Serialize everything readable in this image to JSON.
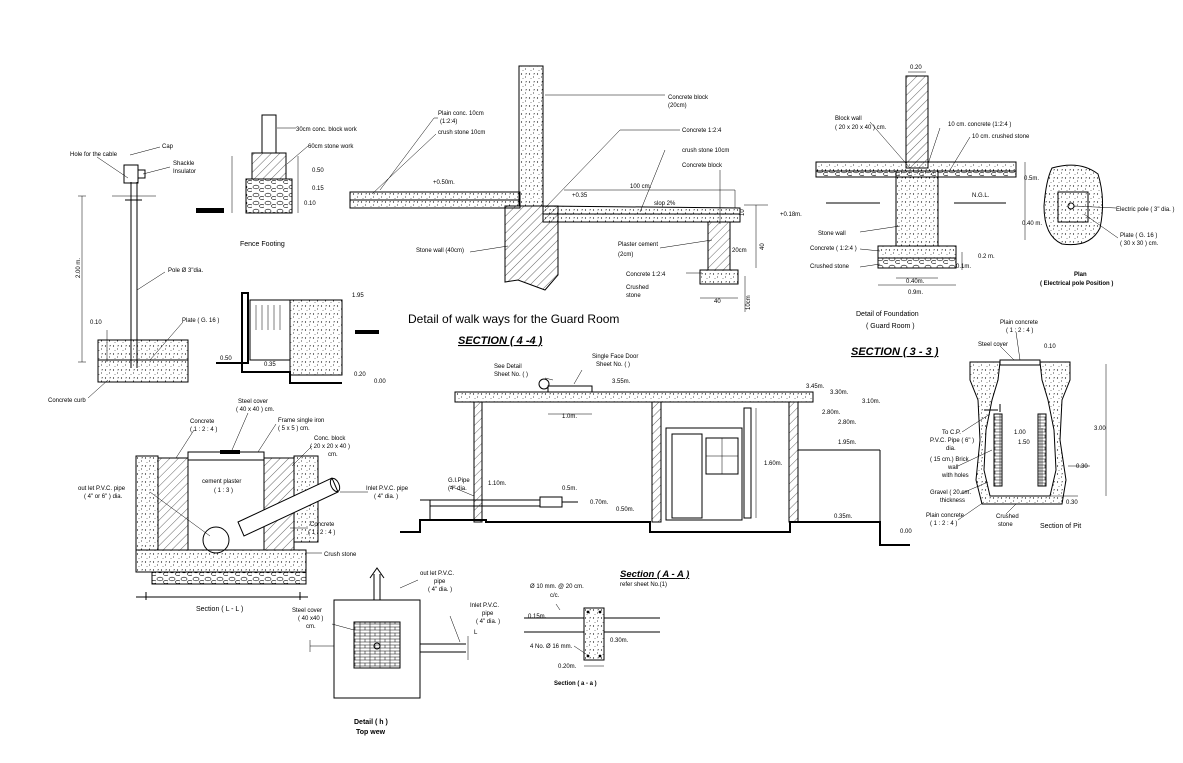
{
  "titles": {
    "walkways": "Detail of walk ways for the Guard Room",
    "section44": "SECTION ( 4 -4 )",
    "section33": "SECTION ( 3 - 3 )",
    "fence_footing": "Fence Footing",
    "foundation_l1": "Detail of Foundation",
    "foundation_l2": "( Guard Room )",
    "plan_l1": "Plan",
    "plan_l2": "( Electrical pole Position )",
    "section_ll": "Section ( L - L )",
    "detail_h_l1": "Detail ( h )",
    "detail_h_l2": "Top wew",
    "section_aa_big": "Section ( A - A )",
    "refer_sheet": "refer sheet No.(1)",
    "section_aa_small": "Section ( a - a )",
    "section_pit": "Section of Pit"
  },
  "pole": {
    "cap": "Cap",
    "hole": "Hole for the cable",
    "shackle_l1": "Shackle",
    "shackle_l2": "Insulator",
    "dim_200": "2.00 m.",
    "pole_dia": "Pole  Ø 3\"dia.",
    "dim_010": "0.10",
    "plate": "Plate ( G. 16 )",
    "curb": "Concrete curb"
  },
  "fence": {
    "block_work": "30cm conc. block work",
    "stone_work": "60cm stone work",
    "d050": "0.50",
    "d015": "0.15",
    "d010": "0.10"
  },
  "walkway": {
    "plain_l1": "Plain conc. 10cm",
    "plain_l2": "(1:2:4)",
    "crush": "crush stone 10cm",
    "lvl_050": "+0.50m.",
    "stone_wall": "Stone wall   (40cm)",
    "block_l1": "Concrete block",
    "block_l2": "(20cm)",
    "conc_124": "Concrete 1:2:4",
    "crush2": "crush stone 10cm",
    "block2": "Concrete block",
    "lvl_035": "+0.35",
    "dim_100": "100 cm.",
    "slop": "slop 2%",
    "lvl_018": "+0.18m.",
    "d10": "10",
    "plaster_l1": "Plaster cement",
    "plaster_l2": "(2cm)",
    "d20": "20cm",
    "d40": "40",
    "conc2": "Concrete  1:2:4",
    "crushed_l1": "Crushed",
    "crushed_l2": "stone",
    "d40b": "40",
    "d10cm": "10cm"
  },
  "gate": {
    "d195": "1.95",
    "d050": "0.50",
    "d035": "0.35",
    "d020": "0.20",
    "d000": "0.00"
  },
  "section44": {
    "see_detail_l1": "See Detail",
    "see_detail_l2": "Sheet No. (  )",
    "door_l1": "Single Face Door",
    "door_l2": "Sheet No. (  )",
    "lvl_355": "3.55m.",
    "lvl_345": "3.45m.",
    "lvl_330": "3.30m.",
    "lvl_310": "3.10m.",
    "lvl_280a": "2.80m.",
    "lvl_280b": "2.80m.",
    "lvl_195": "1.95m.",
    "lvl_160": "1.60m.",
    "d100": "1.0m.",
    "gi_l1": "G.I.Pipe",
    "gi_l2": "(4\" dia.",
    "lvl_110": "1.10m.",
    "d05": "0.5m.",
    "lvl_070": "0.70m.",
    "lvl_050": "0.50m.",
    "lvl_035": "0.35m.",
    "lvl_000": "0.00"
  },
  "foundation": {
    "d020": "0.20",
    "block_l1": "Block wall",
    "block_l2": "( 20 x 20 x 40 ) cm.",
    "conc": "10 cm. concrete (1:2:4 )",
    "crushed": "10 cm. crushed stone",
    "ngl": "N.G.L.",
    "d05": "0.5m.",
    "d040": "0.40 m.",
    "stone_wall": "Stone wall",
    "conc2": "Concrete ( 1:2:4 )",
    "crushed2": "Crushed stone",
    "d02": "0.2 m.",
    "d01": "0.1m.",
    "d040b": "0.40m.",
    "d09": "0.9m."
  },
  "plan": {
    "pole": "Electric pole ( 3\" dia. )",
    "plate_l1": "Plate ( G. 16 )",
    "plate_l2": "( 30 x 30 ) cm."
  },
  "manhole": {
    "conc_l1": "Concrete",
    "conc_l2": "( 1 : 2 : 4 )",
    "steel_l1": "Steel cover",
    "steel_l2": "( 40 x 40 ) cm.",
    "frame_l1": "Frame single iron",
    "frame_l2": "( 5 x 5 ) cm.",
    "block_l1": "Conc. block",
    "block_l2": "( 20 x 20 x 40 )",
    "block_l3": "cm.",
    "plaster_l1": "cement plaster",
    "plaster_l2": "( 1 : 3 )",
    "outlet_l1": "out let P.V.C. pipe",
    "outlet_l2": "( 4\" or 6\" ) dia.",
    "inlet_l1": "Inlet P.V.C. pipe",
    "inlet_l2": "( 4\" dia. )",
    "conc2_l1": "Concrete",
    "conc2_l2": "( 1 : 2 : 4 )",
    "crush": "Crush stone"
  },
  "detail_h": {
    "outlet_l1": "out let P.V.C.",
    "outlet_l2": "pipe",
    "outlet_l3": "( 4\" dia. )",
    "inlet_l1": "Inlet P.V.C.",
    "inlet_l2": "pipe",
    "inlet_l3": "( 4\" dia. )",
    "steel_l1": "Steel cover",
    "steel_l2": "( 40 x40 )",
    "steel_l3": "cm.",
    "mark_l": "L"
  },
  "section_aa": {
    "bars1": "Ø 10 mm. @ 20 cm.",
    "bars1b": "c/c.",
    "d015": "0.15m.",
    "d030": "0.30m.",
    "bars2": "4 No. Ø 16 mm.",
    "d020": "0.20m."
  },
  "pit": {
    "plain_l1": "Plain concrete",
    "plain_l2": "( 1 : 2 : 4 )",
    "steel": "Steel cover",
    "d010": "0.10",
    "to_cp_l1": "To C.P.",
    "to_cp_l2": "P.V.C. Pipe ( 6\" )",
    "to_cp_l3": "dia.",
    "brick_l1": "( 15 cm.) Brick",
    "brick_l2": "wall",
    "brick_l3": "with holes",
    "d100": "1.00",
    "d150": "1.50",
    "d300": "3.00",
    "d030": "0.30",
    "gravel_l1": "Gravel ( 20 cm.",
    "gravel_l2": "thickness",
    "plain2_l1": "Plain concrete",
    "plain2_l2": "( 1 : 2 : 4 )",
    "crushed_l1": "Crushed",
    "crushed_l2": "stone",
    "d030b": "0.30"
  }
}
